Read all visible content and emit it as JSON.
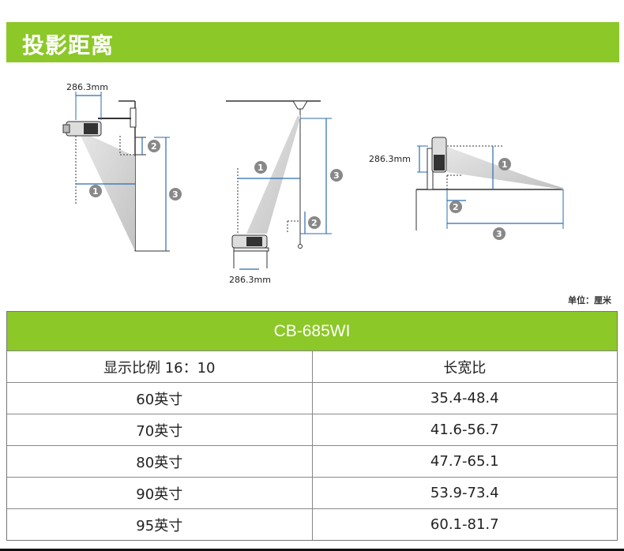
{
  "header": {
    "title": "投影距离"
  },
  "diagrams": {
    "measure_label": "286.3mm",
    "markers": [
      "1",
      "2",
      "3"
    ]
  },
  "unit_note": "单位：厘米",
  "table": {
    "model": "CB-685WI",
    "columns": [
      "显示比例  16：10",
      "长宽比"
    ],
    "rows": [
      {
        "size": "60英寸",
        "range": "35.4-48.4"
      },
      {
        "size": "70英寸",
        "range": "41.6-56.7"
      },
      {
        "size": "80英寸",
        "range": "47.7-65.1"
      },
      {
        "size": "90英寸",
        "range": "53.9-73.4"
      },
      {
        "size": "95英寸",
        "range": "60.1-81.7"
      }
    ]
  },
  "colors": {
    "accent": "#8cc828",
    "beam": "#d4d4d4",
    "dimension": "#2b6cb0",
    "dotted": "#333333"
  }
}
